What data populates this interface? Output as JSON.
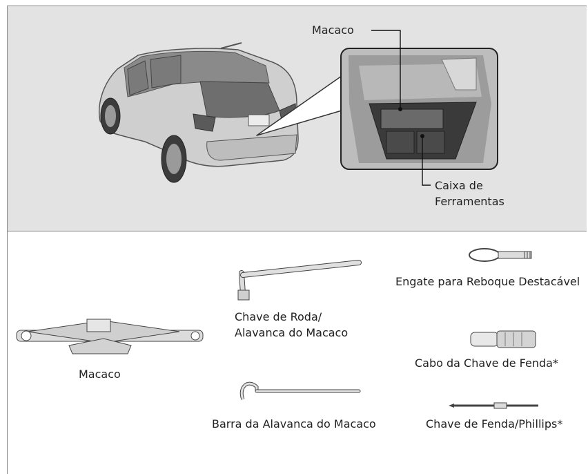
{
  "overview": {
    "jack_label": "Macaco",
    "toolbox_line1": "Caixa de",
    "toolbox_line2": "Ferramentas"
  },
  "tools": {
    "jack": "Macaco",
    "wheel_wrench_line1": "Chave de Roda/",
    "wheel_wrench_line2": "Alavanca do Macaco",
    "jack_handle_bar": "Barra da Alavanca do Macaco",
    "towing_hook": "Engate para Reboque Destacável",
    "screwdriver_handle": "Cabo da Chave de Fenda*",
    "screwdriver": "Chave de Fenda/Phillips*"
  },
  "colors": {
    "panel_bg": "#e3e3e3",
    "line": "#222222"
  }
}
